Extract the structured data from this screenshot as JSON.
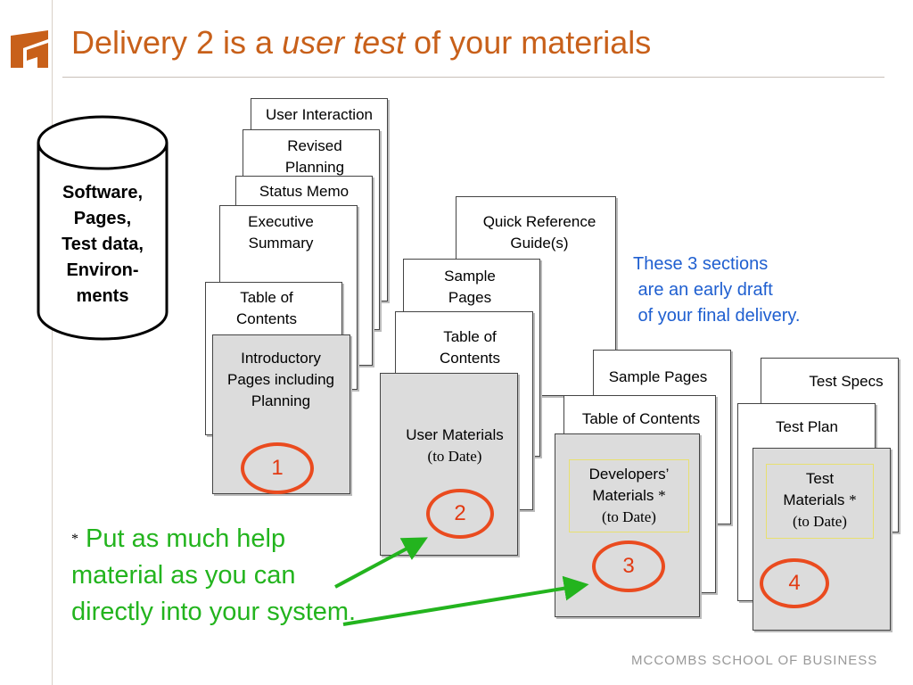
{
  "slide": {
    "title_pre": "Delivery 2 is a ",
    "title_em": "user test",
    "title_post": " of your materials",
    "brand_color": "#c8601a",
    "footer": "MCCOMBS SCHOOL OF BUSINESS",
    "logo_icon": "mccombs-logo-icon"
  },
  "cylinder": {
    "line1": "Software,",
    "line2": "Pages,",
    "line3": "Test data,",
    "line4": "Environ-",
    "line5": "ments"
  },
  "stack1": {
    "user_interaction": "User Interaction",
    "revised_planning": "Revised Planning",
    "status_memo": "Status Memo",
    "executive_summary": "Executive Summary",
    "table_of_contents": "Table of Contents",
    "intro_pages": "Introductory Pages including Planning",
    "number": "1"
  },
  "stack2": {
    "quick_reference": "Quick Reference Guide(s)",
    "sample_pages": "Sample Pages",
    "table_of_contents": "Table of Contents",
    "user_materials": "User Materials",
    "to_date": "(to Date)",
    "number": "2"
  },
  "stack3": {
    "sample_pages": "Sample Pages",
    "table_of_contents": "Table of Contents",
    "developers_materials_1": "Developers’",
    "developers_materials_2": "Materials",
    "star": "*",
    "to_date": "(to Date)",
    "number": "3"
  },
  "stack4": {
    "test_specs": "Test Specs",
    "test_plan": "Test Plan",
    "test_materials_1": "Test",
    "test_materials_2": "Materials",
    "star": "*",
    "to_date": "(to Date)",
    "number": "4"
  },
  "note": {
    "text": "These 3 sections\n are an early draft\n of your final delivery.",
    "color": "#1f5fd0"
  },
  "footnote": {
    "star": "*",
    "text": " Put as much help material as you can directly into your system.",
    "color": "#23b41e"
  },
  "colors": {
    "circle": "#ea4b1f",
    "arrow": "#23b41e"
  }
}
